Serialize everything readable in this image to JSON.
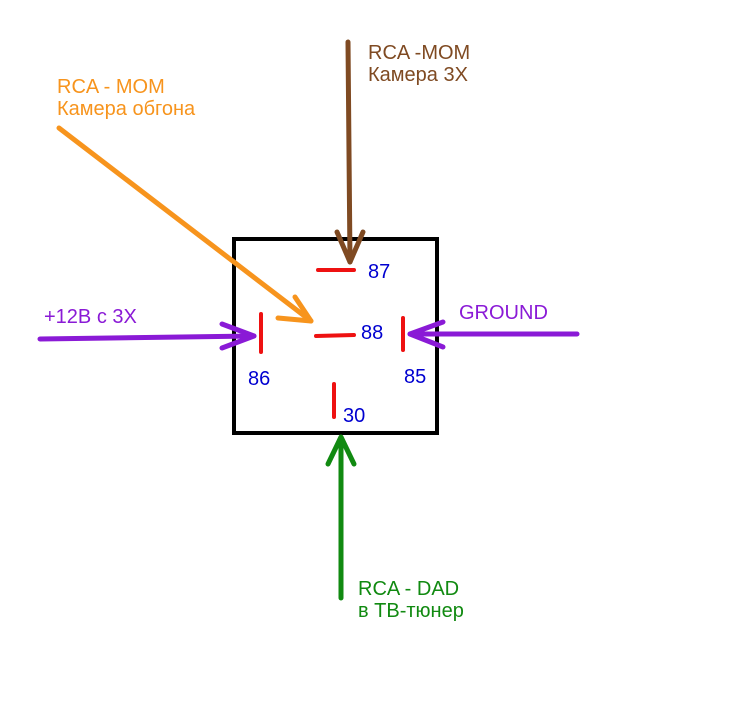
{
  "colors": {
    "brown": "#7f4a22",
    "orange": "#f7941d",
    "purple": "#8a1ad6",
    "green": "#118a11",
    "pin_label": "#0000d0",
    "contact": "#ee1111",
    "box": "#000000"
  },
  "labels": {
    "top": {
      "line1": "RCA -MOM",
      "line2": "Камера 3Х"
    },
    "top_left": {
      "line1": "RCA - MOM",
      "line2": "Камера обгона"
    },
    "left": {
      "line1": "+12В с 3Х"
    },
    "right": {
      "line1": "GROUND"
    },
    "bottom": {
      "line1": "RCA - DAD",
      "line2": "в ТВ-тюнер"
    }
  },
  "pins": {
    "p87": "87",
    "p88": "88",
    "p86": "86",
    "p85": "85",
    "p30": "30"
  }
}
